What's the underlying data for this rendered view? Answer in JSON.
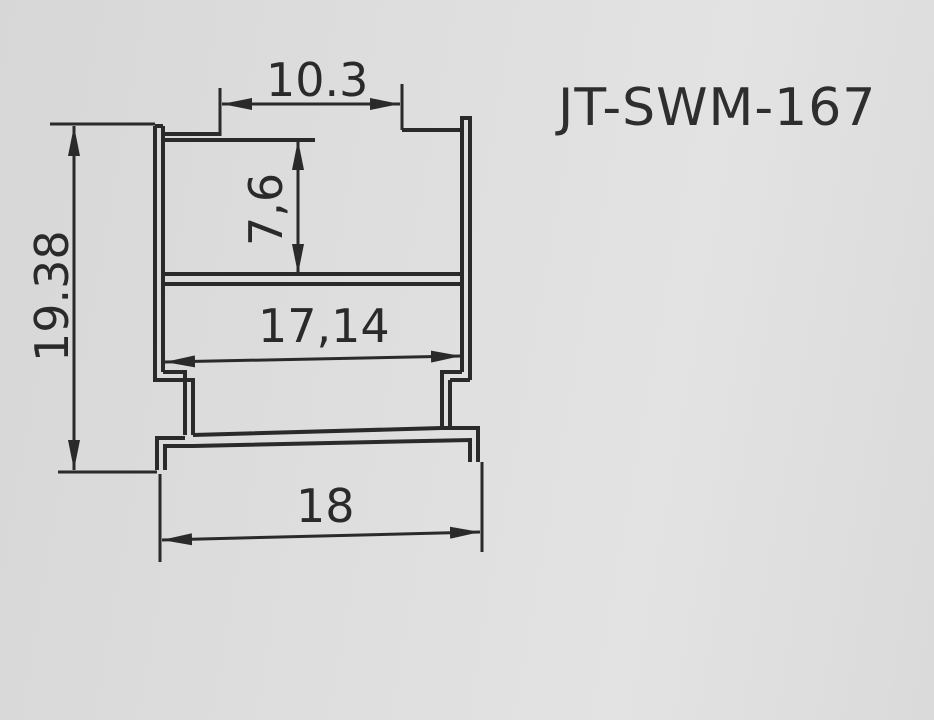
{
  "part_code": "JT-SWM-167",
  "dimensions": {
    "top_opening": "10.3",
    "inner_height": "7,6",
    "inner_width": "17,14",
    "overall_height": "19.38",
    "overall_width": "18"
  },
  "colors": {
    "paper": "#dcdcdc",
    "ink": "#2a2a2a"
  }
}
